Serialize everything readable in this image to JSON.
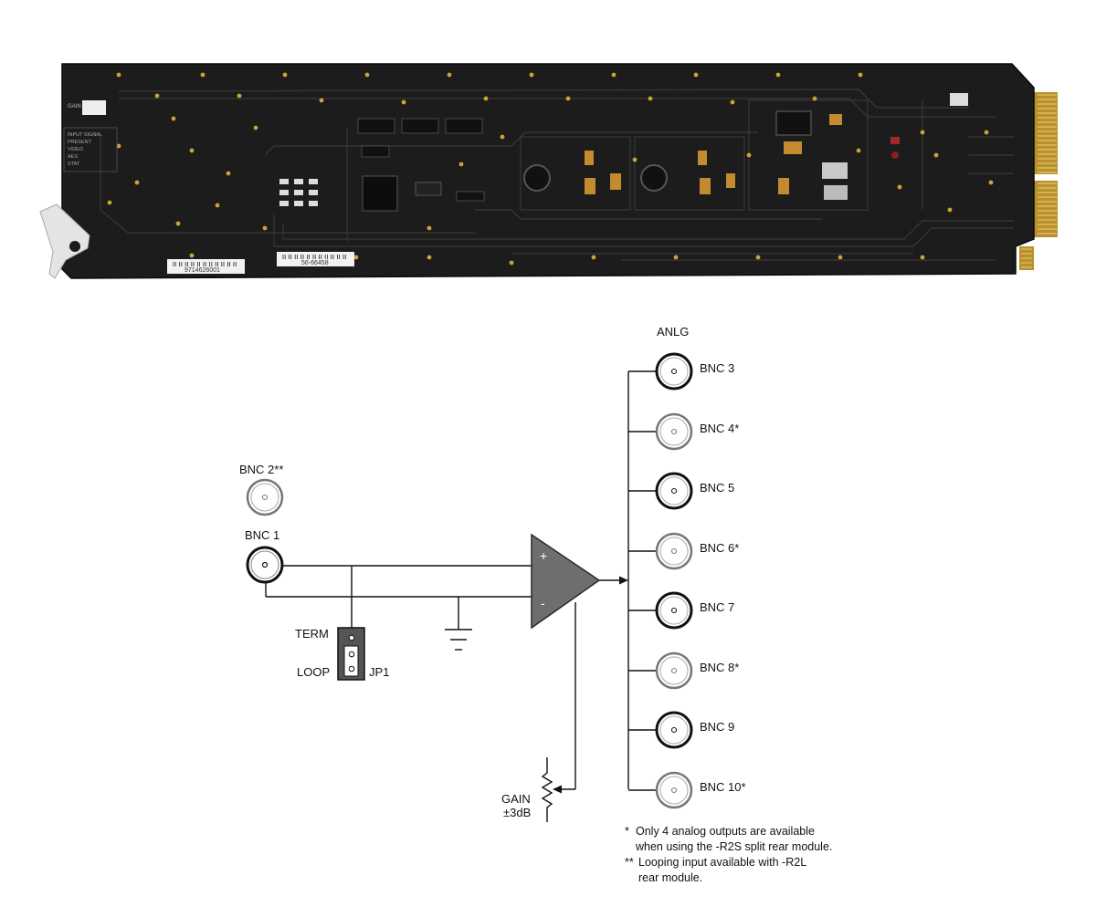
{
  "colors": {
    "board": "#1c1c1c",
    "gold": "#c9a33a",
    "amplifier": "#6e6e6e",
    "primary_bnc": "#111111",
    "secondary_bnc": "#777777"
  },
  "diagram": {
    "anlg_label": "ANLG",
    "inputs": {
      "bnc1": "BNC 1",
      "bnc2": "BNC 2**"
    },
    "amplifier": {
      "plus": "+",
      "minus": "-"
    },
    "jumper": {
      "term": "TERM",
      "loop": "LOOP",
      "name": "JP1"
    },
    "gain": {
      "label": "GAIN",
      "range": "±3dB"
    },
    "outputs": [
      {
        "label": "BNC 3",
        "primary": true
      },
      {
        "label": "BNC 4*",
        "primary": false
      },
      {
        "label": "BNC 5",
        "primary": true
      },
      {
        "label": "BNC 6*",
        "primary": false
      },
      {
        "label": "BNC 7",
        "primary": true
      },
      {
        "label": "BNC 8*",
        "primary": false
      },
      {
        "label": "BNC 9",
        "primary": true
      },
      {
        "label": "BNC 10*",
        "primary": false
      }
    ],
    "footnotes": {
      "note1_mark": "*",
      "note1_line1": "Only 4 analog outputs are available",
      "note1_line2": "when using the -R2S split rear module.",
      "note2_mark": "**",
      "note2_line1": "Looping input available with -R2L",
      "note2_line2": "rear module."
    }
  },
  "board": {
    "sticker_left": "9714626001",
    "sticker_right": "56-66458",
    "gain_label": "GAIN",
    "status_lines": [
      "INPUT SIGNAL",
      "PRESENT",
      "VIDEO",
      "AES",
      "STAT"
    ]
  }
}
